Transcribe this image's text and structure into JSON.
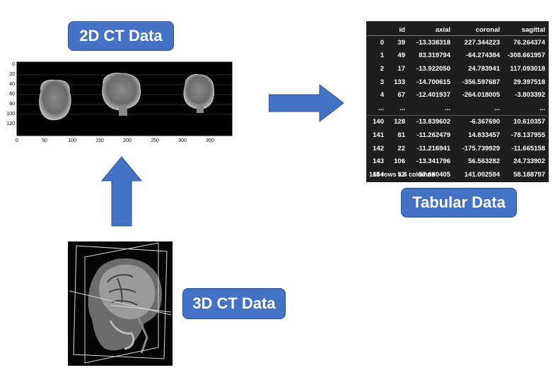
{
  "labels": {
    "ct2d": "2D CT Data",
    "tabular": "Tabular Data",
    "ct3d": "3D CT Data"
  },
  "colors": {
    "box_fill": "#4472c4",
    "box_border": "#2f528f",
    "arrow": "#4472c4"
  },
  "ct2d_plot": {
    "y_ticks": [
      "0",
      "20",
      "40",
      "60",
      "80",
      "100",
      "120"
    ],
    "x_ticks": [
      "0",
      "50",
      "100",
      "150",
      "200",
      "250",
      "300",
      "350"
    ]
  },
  "table": {
    "columns": [
      "",
      "id",
      "axial",
      "coronal",
      "sagittal"
    ],
    "rows": [
      [
        "0",
        "39",
        "-13.338318",
        "227.344223",
        "76.264374"
      ],
      [
        "1",
        "49",
        "83.319794",
        "-64.274384",
        "-308.661957"
      ],
      [
        "2",
        "17",
        "-13.922050",
        "24.783941",
        "117.093018"
      ],
      [
        "3",
        "133",
        "-14.700615",
        "-356.597687",
        "29.397518"
      ],
      [
        "4",
        "67",
        "-12.401937",
        "-264.018005",
        "-3.803392"
      ],
      [
        "...",
        "...",
        "...",
        "...",
        "..."
      ],
      [
        "140",
        "128",
        "-13.839602",
        "-6.367690",
        "10.610357"
      ],
      [
        "141",
        "81",
        "-11.262479",
        "14.833457",
        "-78.137955"
      ],
      [
        "142",
        "22",
        "-11.216941",
        "-175.739929",
        "-11.665158"
      ],
      [
        "143",
        "106",
        "-13.341796",
        "56.563282",
        "24.733902"
      ],
      [
        "144",
        "52",
        "57.680405",
        "141.002594",
        "58.188797"
      ]
    ],
    "footer": "145 rows x 4 columns"
  }
}
